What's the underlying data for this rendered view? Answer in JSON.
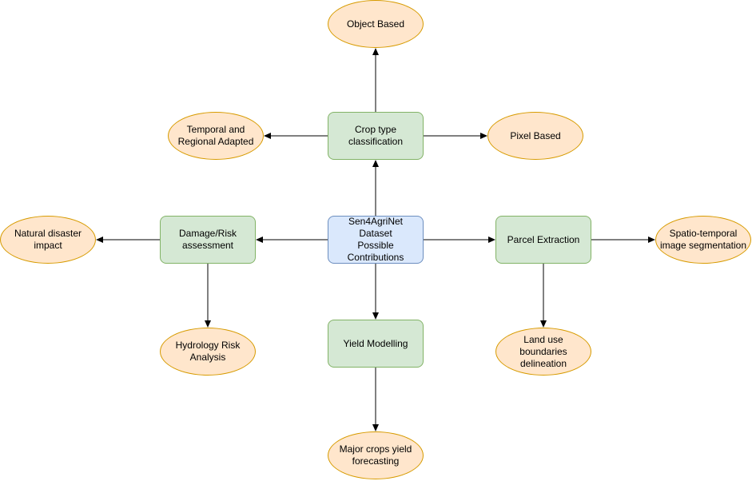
{
  "colors": {
    "green_fill": "#d5e8d4",
    "green_stroke": "#82b366",
    "blue_fill": "#dae8fc",
    "blue_stroke": "#6c8ebf",
    "orange_fill": "#ffe6cc",
    "orange_stroke": "#d79b00",
    "edge": "#000000"
  },
  "nodes": {
    "center": "Sen4AgriNet Dataset\nPossible\nContributions",
    "crop_type": "Crop type\nclassification",
    "damage_risk": "Damage/Risk\nassessment",
    "parcel_extraction": "Parcel Extraction",
    "yield_modelling": "Yield Modelling",
    "object_based": "Object Based",
    "pixel_based": "Pixel Based",
    "temporal_regional": "Temporal and\nRegional Adapted",
    "natural_disaster": "Natural disaster\nimpact",
    "hydrology_risk": "Hydrology Risk\nAnalysis",
    "spatio_temporal": "Spatio-temporal\nimage segmentation",
    "land_use": "Land use boundaries\ndelineation",
    "major_crops": "Major crops yield\nforecasting"
  }
}
